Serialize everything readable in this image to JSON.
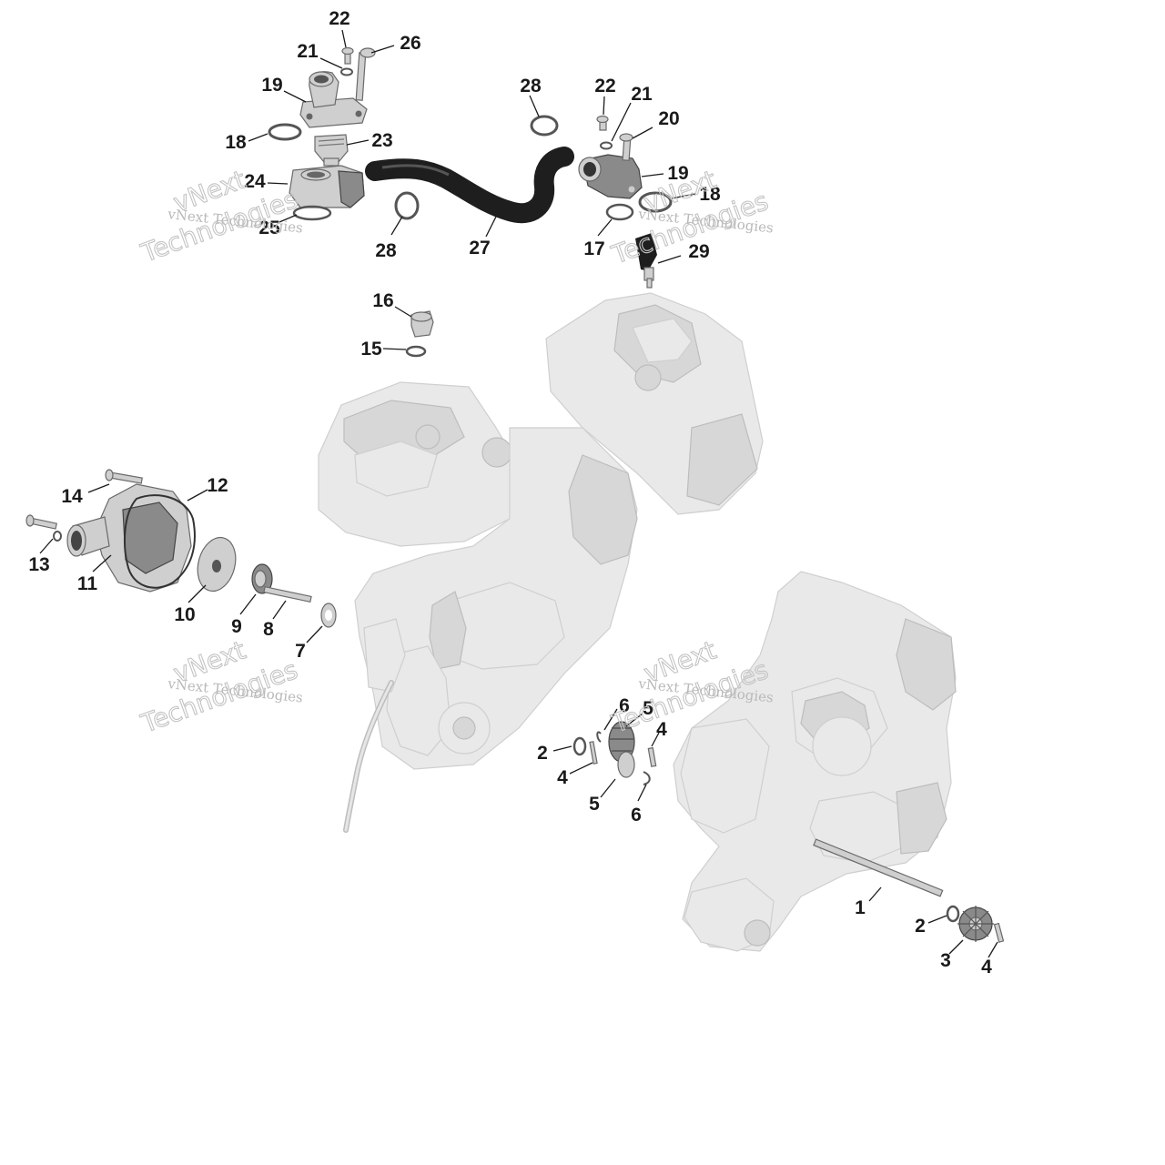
{
  "watermark": {
    "line1": "vNext Technologies",
    "line2": "vNext",
    "line3": "Technologies"
  },
  "callouts": [
    {
      "id": "c22a",
      "text": "22"
    },
    {
      "id": "c21a",
      "text": "21"
    },
    {
      "id": "c26",
      "text": "26"
    },
    {
      "id": "c19a",
      "text": "19"
    },
    {
      "id": "c18a",
      "text": "18"
    },
    {
      "id": "c23",
      "text": "23"
    },
    {
      "id": "c24",
      "text": "24"
    },
    {
      "id": "c25",
      "text": "25"
    },
    {
      "id": "c28a",
      "text": "28"
    },
    {
      "id": "c28b",
      "text": "28"
    },
    {
      "id": "c27",
      "text": "27"
    },
    {
      "id": "c22b",
      "text": "22"
    },
    {
      "id": "c21b",
      "text": "21"
    },
    {
      "id": "c20",
      "text": "20"
    },
    {
      "id": "c19b",
      "text": "19"
    },
    {
      "id": "c18b",
      "text": "18"
    },
    {
      "id": "c17",
      "text": "17"
    },
    {
      "id": "c29",
      "text": "29"
    },
    {
      "id": "c16",
      "text": "16"
    },
    {
      "id": "c15",
      "text": "15"
    },
    {
      "id": "c14",
      "text": "14"
    },
    {
      "id": "c12",
      "text": "12"
    },
    {
      "id": "c13",
      "text": "13"
    },
    {
      "id": "c11",
      "text": "11"
    },
    {
      "id": "c10",
      "text": "10"
    },
    {
      "id": "c9",
      "text": "9"
    },
    {
      "id": "c8",
      "text": "8"
    },
    {
      "id": "c7",
      "text": "7"
    },
    {
      "id": "c6a",
      "text": "6"
    },
    {
      "id": "c5a",
      "text": "5"
    },
    {
      "id": "c4a",
      "text": "4"
    },
    {
      "id": "c2a",
      "text": "2"
    },
    {
      "id": "c4b",
      "text": "4"
    },
    {
      "id": "c5b",
      "text": "5"
    },
    {
      "id": "c6b",
      "text": "6"
    },
    {
      "id": "c1",
      "text": "1"
    },
    {
      "id": "c2b",
      "text": "2"
    },
    {
      "id": "c3",
      "text": "3"
    },
    {
      "id": "c4c",
      "text": "4"
    }
  ]
}
